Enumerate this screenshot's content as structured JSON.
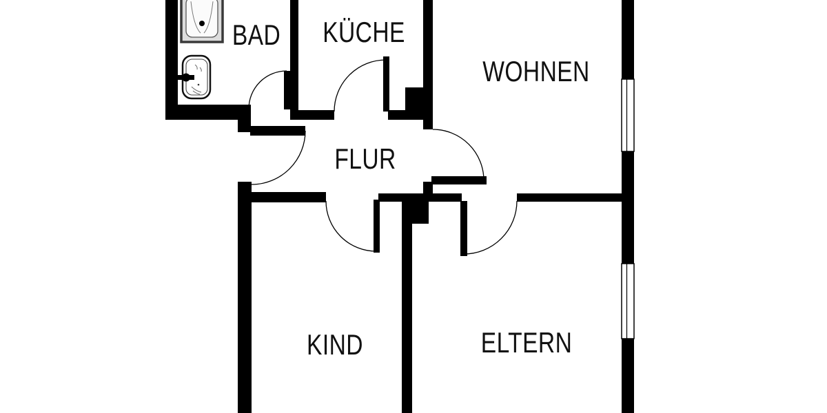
{
  "plan": {
    "type": "apartment-floor-plan",
    "rooms": [
      {
        "id": "bad",
        "label": "BAD"
      },
      {
        "id": "kueche",
        "label": "KÜCHE"
      },
      {
        "id": "wohnen",
        "label": "WOHNEN"
      },
      {
        "id": "flur",
        "label": "FLUR"
      },
      {
        "id": "kind",
        "label": "KIND"
      },
      {
        "id": "eltern",
        "label": "ELTERN"
      }
    ],
    "fixtures": [
      {
        "id": "bathtub",
        "name": "bathtub-icon"
      },
      {
        "id": "sink",
        "name": "washbasin-icon"
      }
    ],
    "doors": [
      {
        "id": "entry-door",
        "connects": "FLUR"
      },
      {
        "id": "bad-door",
        "connects": "BAD"
      },
      {
        "id": "kueche-door",
        "connects": "KÜCHE"
      },
      {
        "id": "wohnen-door",
        "connects": "WOHNEN"
      },
      {
        "id": "kind-door",
        "connects": "KIND"
      },
      {
        "id": "eltern-door",
        "connects": "ELTERN"
      }
    ],
    "windows": [
      {
        "id": "wohnen-window",
        "room": "WOHNEN"
      },
      {
        "id": "eltern-window",
        "room": "ELTERN"
      }
    ],
    "colors": {
      "wall": "#000000",
      "background": "#ffffff",
      "label_text": "#111111",
      "tub_frame": "#444444"
    }
  }
}
